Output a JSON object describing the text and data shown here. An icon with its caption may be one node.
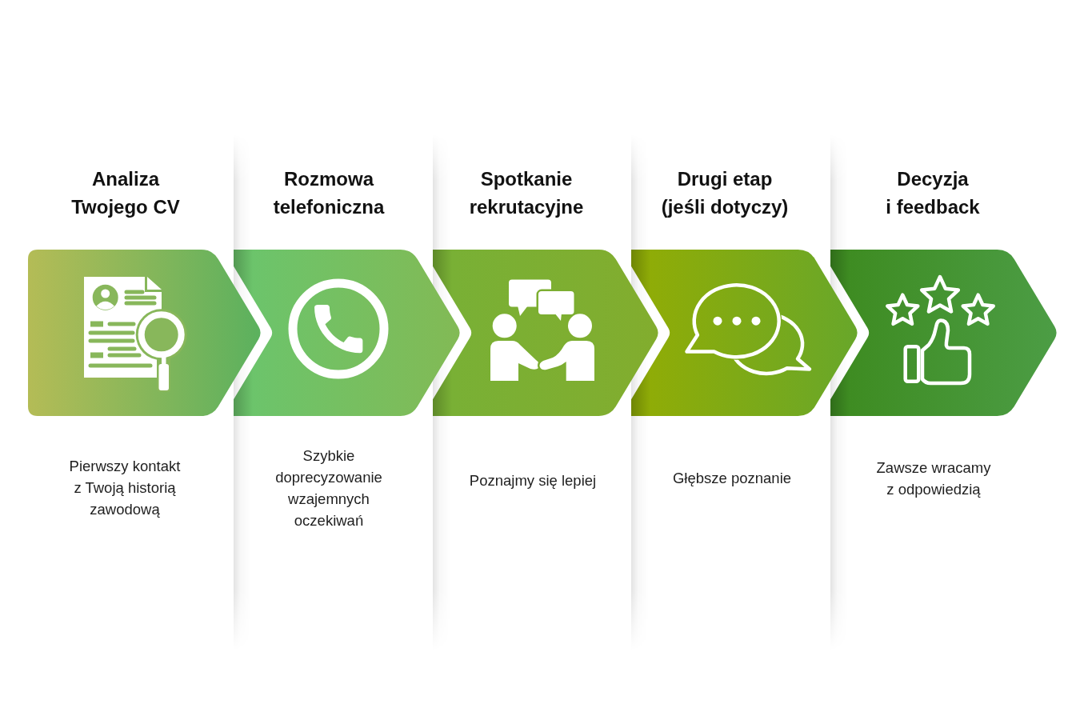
{
  "diagram": {
    "nodes": [
      {
        "text": [
          "Analiza Twojego CV"
        ]
      },
      {
        "text": [
          "Rozmowa telefoniczna"
        ]
      },
      {
        "text": [
          "Spotkanie rekrutacyjne"
        ]
      },
      {
        "text": [
          "Drugi etap (jeśli dotyczy)"
        ]
      },
      {
        "text": [
          "Decyzja i feedback"
        ]
      }
    ],
    "labels": [
      "Pierwszy kontakt z Twoją historią zawodową",
      "Szybkie doprecyzowanie wzajemnych oczekiwań",
      "Poznajmy się lepiej",
      "Głębsze poznanie",
      "Zawsze wracamy z odpowiedzią"
    ]
  }
}
